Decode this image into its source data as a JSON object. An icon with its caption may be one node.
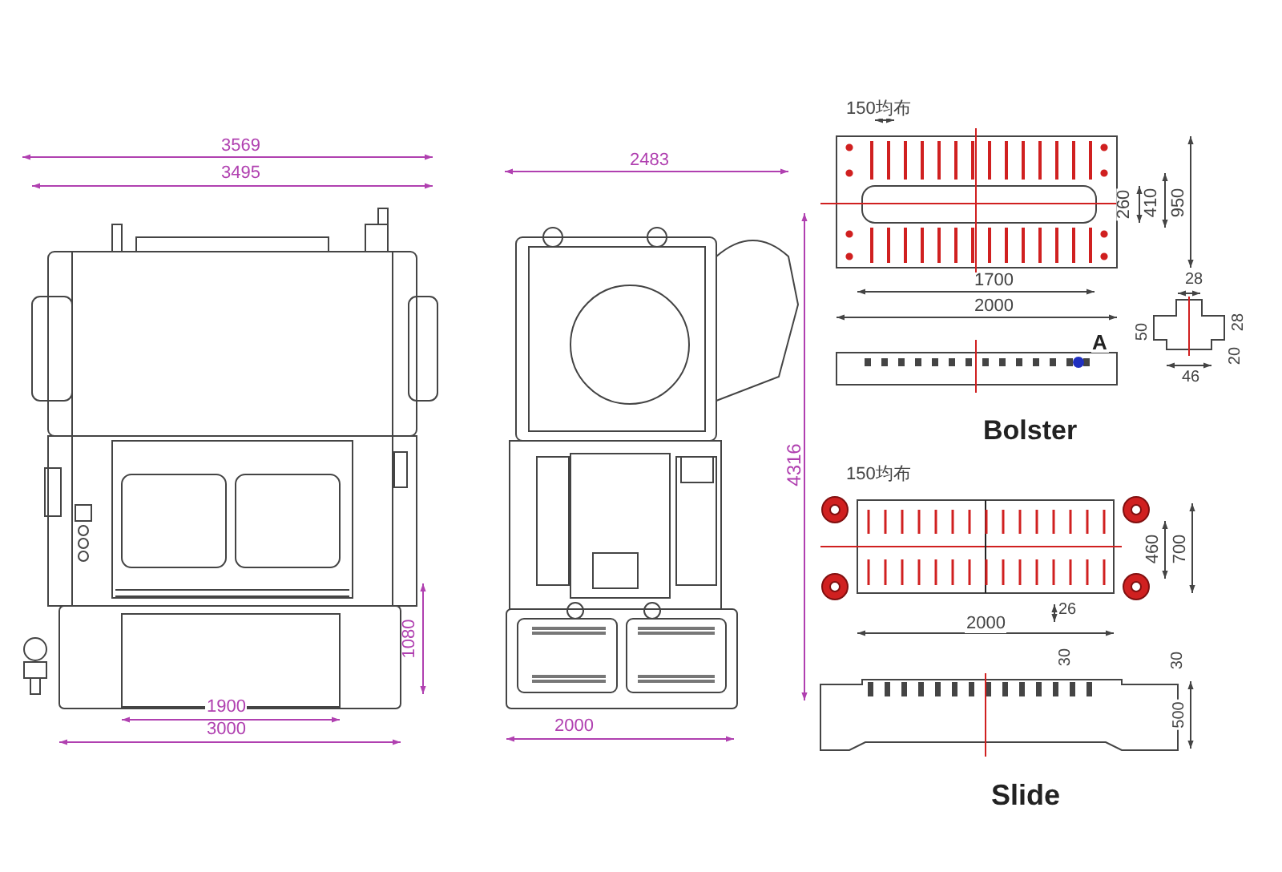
{
  "diagram": {
    "labels": [
      "150均布",
      "3569",
      "3495",
      "2483",
      "260",
      "410",
      "950",
      "1700",
      "2000",
      "28",
      "50",
      "28",
      "A",
      "20",
      "46",
      "Bolster",
      "4316",
      "150均布",
      "460",
      "700",
      "26",
      "1080",
      "2000",
      "30",
      "30",
      "1900",
      "3000",
      "2000",
      "500",
      "Slide"
    ]
  }
}
